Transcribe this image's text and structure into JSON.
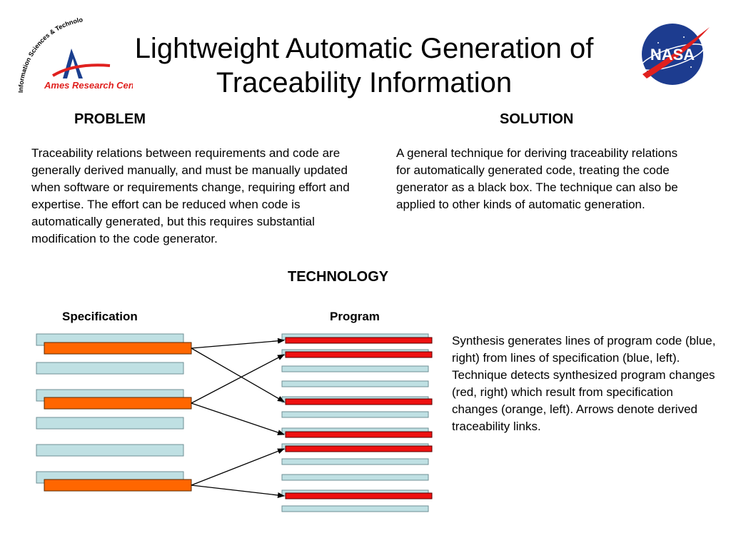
{
  "header": {
    "title": "Lightweight Automatic Generation of Traceability Information",
    "logo_left": {
      "arc_text": "Information Sciences & Technology",
      "caption": "Ames Research Center"
    },
    "logo_right": {
      "text": "NASA"
    }
  },
  "problem": {
    "heading": "PROBLEM",
    "text": "Traceability relations between requirements and code are generally derived manually, and must be manually updated when software or requirements change, requiring effort and expertise. The effort can be reduced when code is automatically generated, but this requires substantial modification to the code generator."
  },
  "solution": {
    "heading": "SOLUTION",
    "text": "A general technique for deriving traceability relations for automatically generated code, treating the code generator as a black box. The technique can also be applied to other kinds of automatic generation."
  },
  "technology": {
    "heading": "TECHNOLOGY",
    "spec_label": "Specification",
    "program_label": "Program",
    "description": "Synthesis generates lines of program code (blue, right) from lines of specification (blue, left). Technique detects synthesized program changes (red, right) which result from specification changes (orange, left). Arrows denote derived traceability links."
  },
  "colors": {
    "spec_line": "#bfe0e3",
    "spec_changed": "#ff6600",
    "program_line": "#bfe0e3",
    "program_changed": "#ee1111",
    "ames_red": "#e0201e",
    "ames_blue": "#1b3f8f",
    "nasa_blue": "#1d3c8f"
  },
  "icons": {
    "left_logo": "ames-research-center-logo-icon",
    "right_logo": "nasa-meatball-logo-icon"
  }
}
